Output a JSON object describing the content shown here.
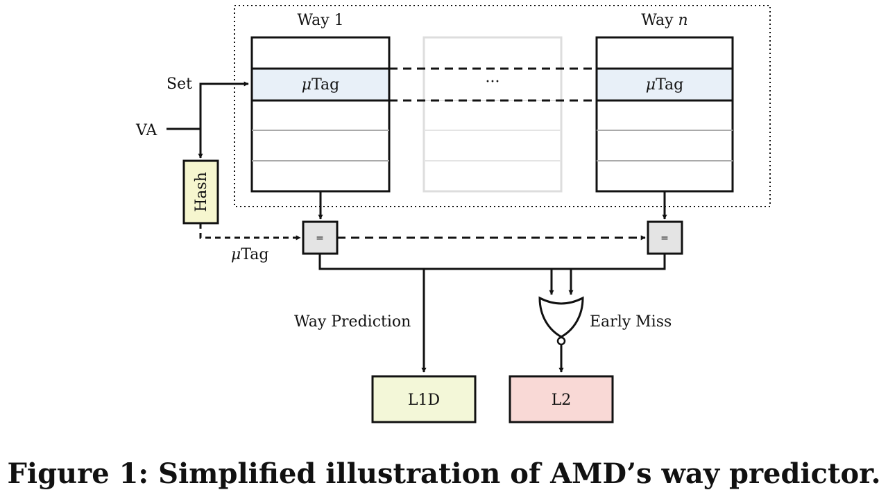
{
  "labels": {
    "way1": "Way 1",
    "wayn_prefix": "Way ",
    "wayn_var": "n",
    "set": "Set",
    "va": "VA",
    "hash": "Hash",
    "mu": "μ",
    "tag": "Tag",
    "ellipsis": "···",
    "eq": "=",
    "way_prediction": "Way Prediction",
    "early_miss": "Early Miss",
    "l1d": "L1D",
    "l2": "L2"
  },
  "caption": "Figure 1: Simplified illustration of AMD’s way predictor.",
  "colors": {
    "tag_fill": "#e8f0f8",
    "hash_fill": "#f6f6cf",
    "l1d_fill": "#f3f7d8",
    "l2_fill": "#f9d9d6",
    "eq_fill": "#e4e4e4",
    "faded_stroke": "#dddddd"
  }
}
